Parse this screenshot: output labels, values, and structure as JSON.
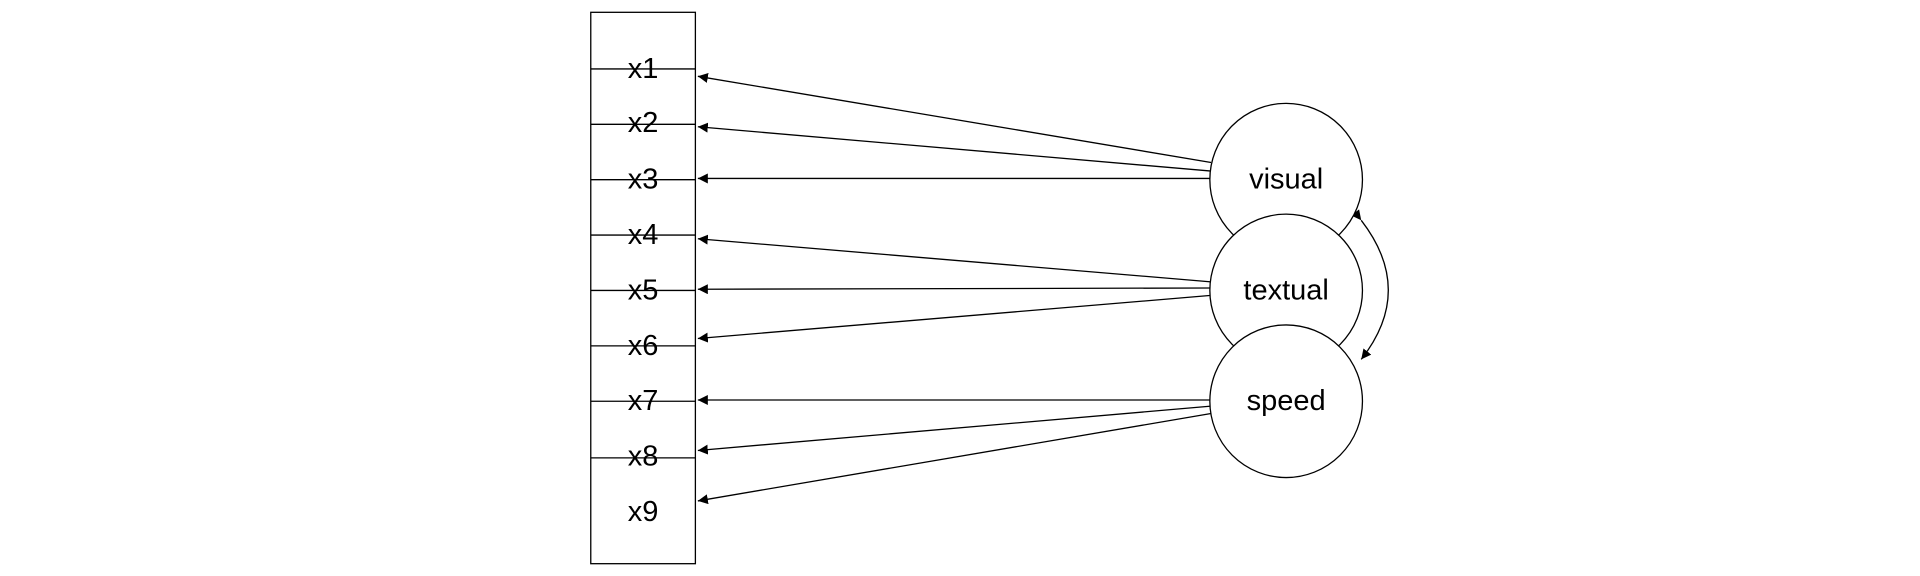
{
  "indicators": [
    {
      "id": "x1",
      "label": "x1"
    },
    {
      "id": "x2",
      "label": "x2"
    },
    {
      "id": "x3",
      "label": "x3"
    },
    {
      "id": "x4",
      "label": "x4"
    },
    {
      "id": "x5",
      "label": "x5"
    },
    {
      "id": "x6",
      "label": "x6"
    },
    {
      "id": "x7",
      "label": "x7"
    },
    {
      "id": "x8",
      "label": "x8"
    },
    {
      "id": "x9",
      "label": "x9"
    }
  ],
  "latents": [
    {
      "id": "visual",
      "label": "visual"
    },
    {
      "id": "textual",
      "label": "textual"
    },
    {
      "id": "speed",
      "label": "speed"
    }
  ],
  "loadings": [
    {
      "from": "visual",
      "to": "x1"
    },
    {
      "from": "visual",
      "to": "x2"
    },
    {
      "from": "visual",
      "to": "x3"
    },
    {
      "from": "textual",
      "to": "x4"
    },
    {
      "from": "textual",
      "to": "x5"
    },
    {
      "from": "textual",
      "to": "x6"
    },
    {
      "from": "speed",
      "to": "x7"
    },
    {
      "from": "speed",
      "to": "x8"
    },
    {
      "from": "speed",
      "to": "x9"
    }
  ],
  "covariances": [
    {
      "between": [
        "visual",
        "speed"
      ]
    }
  ],
  "colors": {
    "line": "#000000",
    "background": "#ffffff"
  }
}
